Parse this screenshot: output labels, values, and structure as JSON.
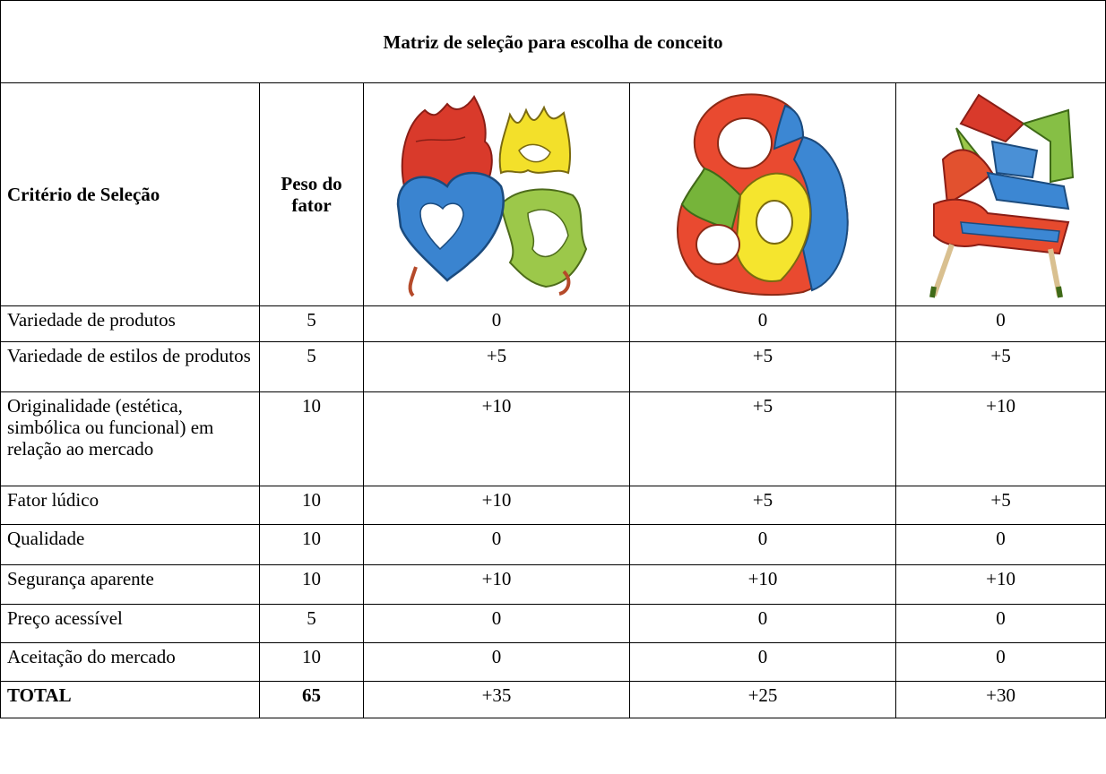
{
  "table": {
    "title": "Matriz de seleção para escolha de conceito",
    "header": {
      "criterion": "Critério de Seleção",
      "weight": "Peso do fator"
    },
    "concepts": [
      {
        "icon": "heart-crown-shelf-sketch"
      },
      {
        "icon": "colored-rings-shelf-sketch"
      },
      {
        "icon": "ribbon-chair-sketch"
      }
    ],
    "rows": [
      {
        "criterion": "Variedade de produtos",
        "weight": "5",
        "scores": [
          "0",
          "0",
          "0"
        ]
      },
      {
        "criterion": "Variedade de estilos de produtos",
        "weight": "5",
        "scores": [
          "+5",
          "+5",
          "+5"
        ]
      },
      {
        "criterion": "Originalidade (estética, simbólica ou funcional) em relação ao mercado",
        "weight": "10",
        "scores": [
          "+10",
          "+5",
          "+10"
        ]
      },
      {
        "criterion": "Fator lúdico",
        "weight": "10",
        "scores": [
          "+10",
          "+5",
          "+5"
        ]
      },
      {
        "criterion": "Qualidade",
        "weight": "10",
        "scores": [
          "0",
          "0",
          "0"
        ]
      },
      {
        "criterion": "Segurança aparente",
        "weight": "10",
        "scores": [
          "+10",
          "+10",
          "+10"
        ]
      },
      {
        "criterion": "Preço acessível",
        "weight": "5",
        "scores": [
          "0",
          "0",
          "0"
        ]
      },
      {
        "criterion": "Aceitação do mercado",
        "weight": "10",
        "scores": [
          "0",
          "0",
          "0"
        ]
      }
    ],
    "total": {
      "label": "TOTAL",
      "weight": "65",
      "scores": [
        "+35",
        "+25",
        "+30"
      ]
    }
  }
}
